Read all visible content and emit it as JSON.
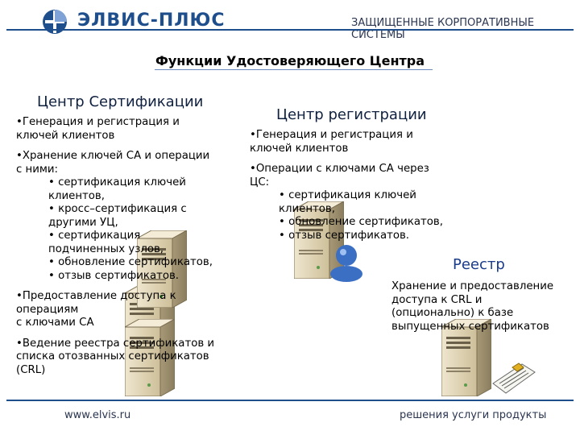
{
  "header": {
    "brand": "ЭЛВИС-ПЛЮС",
    "tagline": "ЗАЩИЩЕННЫЕ КОРПОРАТИВНЫЕ СИСТЕМЫ"
  },
  "title": "Функции Удостоверяющего Центра",
  "ca": {
    "title": "Центр Сертификации",
    "lines": [
      "•Генерация и регистрация и",
      "ключей клиентов",
      "•Хранение ключей CA и операции",
      "с ними:",
      "• сертификация ключей",
      "клиентов,",
      "• кросс–сертификация с",
      "другими УЦ,",
      "• сертификация",
      "подчиненных узлов,",
      "• обновление сертификатов,",
      "• отзыв сертификатов.",
      "•Предоставление доступа к",
      "операциям",
      "с ключами CA",
      "•Ведение реестра сертификатов и",
      "списка отозванных сертификатов",
      "(CRL)"
    ]
  },
  "ra": {
    "title": "Центр регистрации",
    "lines": [
      "•Генерация и регистрация и",
      "ключей клиентов",
      "•Операции с ключами CA через",
      "ЦС:",
      "• сертификация ключей",
      "клиентов,",
      "• обновление сертификатов,",
      "• отзыв сертификатов."
    ]
  },
  "registry": {
    "title": "Реестр",
    "lines": [
      "Хранение и предоставление",
      "доступа к CRL и",
      "(опционально) к базе",
      "выпущенных сертификатов"
    ]
  },
  "footer": {
    "url": "www.elvis.ru",
    "tagline": "решения  услуги  продукты"
  },
  "colors": {
    "brand_blue": "#1f4e8c",
    "registry_title": "#1a3a8a",
    "server_body": "#d8cba8"
  },
  "icons": [
    "logo-globe-icon",
    "server-icon",
    "user-icon",
    "printout-icon"
  ]
}
